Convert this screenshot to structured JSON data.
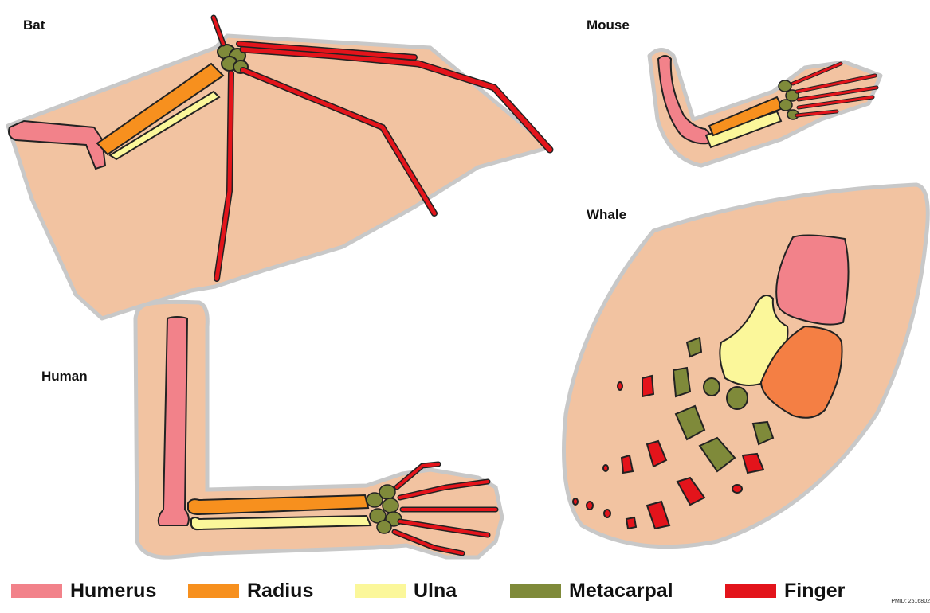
{
  "labels": {
    "bat": "Bat",
    "mouse": "Mouse",
    "whale": "Whale",
    "human": "Human"
  },
  "legend": [
    {
      "label": "Humerus",
      "color": "#f2828a"
    },
    {
      "label": "Radius",
      "color": "#f7901e"
    },
    {
      "label": "Ulna",
      "color": "#fbf79a"
    },
    {
      "label": "Metacarpal",
      "color": "#7f8a3a"
    },
    {
      "label": "Finger",
      "color": "#e3141b"
    }
  ],
  "colors": {
    "skin": "#f2c3a1",
    "outline": "#c8c8c8",
    "humerus": "#f2828a",
    "radius": "#f7901e",
    "ulna": "#fbf79a",
    "metacarpal": "#7f8a3a",
    "finger": "#e3141b"
  },
  "pmid": "PMID: 2516802"
}
